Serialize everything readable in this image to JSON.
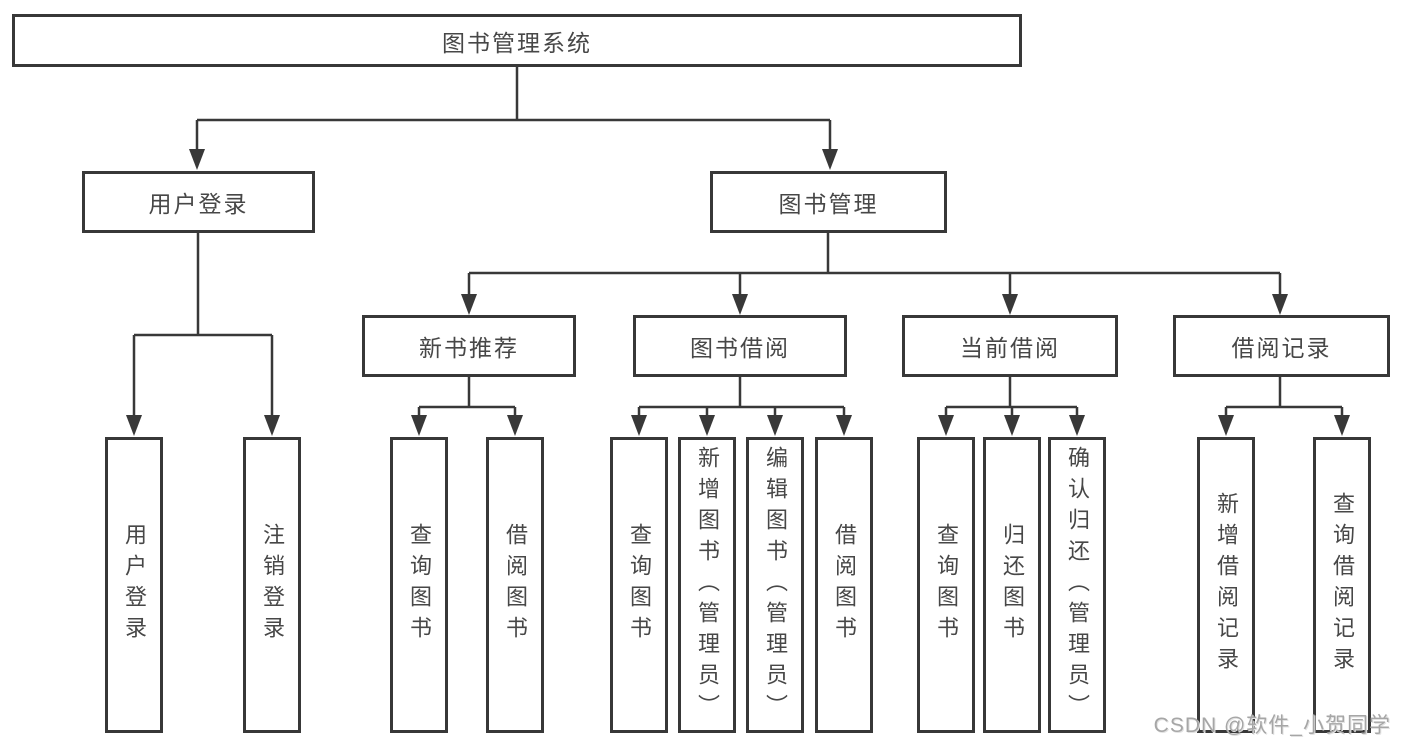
{
  "root": {
    "label": "图书管理系统"
  },
  "branches": {
    "user": {
      "label": "用户登录",
      "children": [
        "用户登录",
        "注销登录"
      ]
    },
    "book": {
      "label": "图书管理",
      "sections": [
        {
          "label": "新书推荐",
          "children": [
            "查询图书",
            "借阅图书"
          ]
        },
        {
          "label": "图书借阅",
          "children": [
            "查询图书",
            "新增图书（管理员）",
            "编辑图书（管理员）",
            "借阅图书"
          ]
        },
        {
          "label": "当前借阅",
          "children": [
            "查询图书",
            "归还图书",
            "确认归还（管理员）"
          ]
        },
        {
          "label": "借阅记录",
          "children": [
            "新增借阅记录",
            "查询借阅记录"
          ]
        }
      ]
    }
  },
  "watermark": "CSDN @软件_小贺同学",
  "colors": {
    "line": "#383838",
    "text": "#474747",
    "watermark": "#a6a6a6"
  }
}
